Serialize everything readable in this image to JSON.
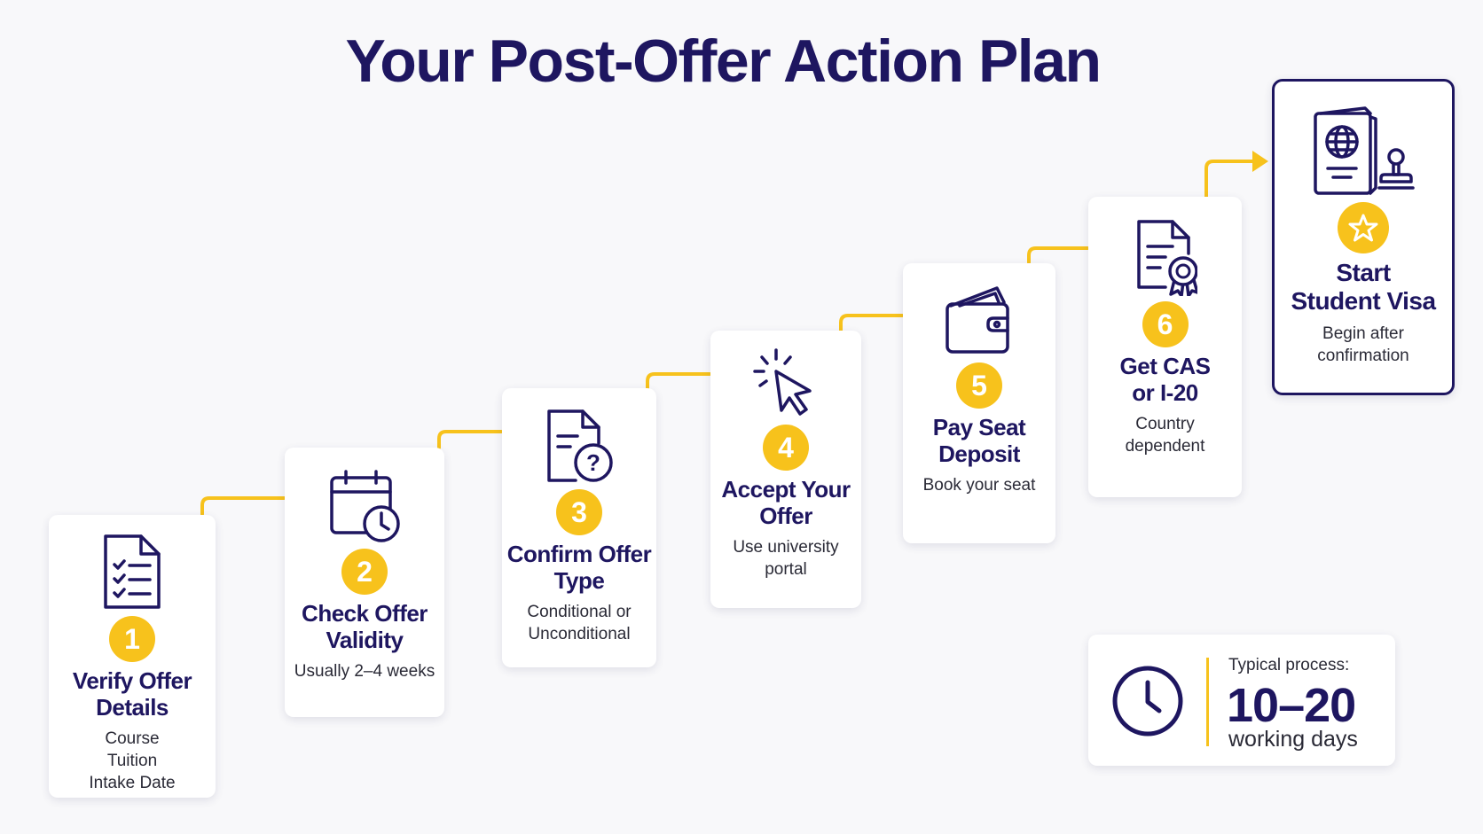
{
  "title": "Your Post-Offer Action Plan",
  "accent_color": "#f7c21c",
  "primary_color": "#1e1660",
  "steps": [
    {
      "number": "1",
      "icon": "checklist-document-icon",
      "title": "Verify Offer\nDetails",
      "description": "Course\nTuition\nIntake Date"
    },
    {
      "number": "2",
      "icon": "calendar-clock-icon",
      "title": "Check Offer\nValidity",
      "description": "Usually 2–4 weeks"
    },
    {
      "number": "3",
      "icon": "document-question-icon",
      "title": "Confirm Offer\nType",
      "description": "Conditional or\nUnconditional"
    },
    {
      "number": "4",
      "icon": "cursor-click-icon",
      "title": "Accept Your\nOffer",
      "description": "Use university\nportal"
    },
    {
      "number": "5",
      "icon": "wallet-icon",
      "title": "Pay Seat\nDeposit",
      "description": "Book your seat"
    },
    {
      "number": "6",
      "icon": "certificate-document-icon",
      "title": "Get CAS\nor I-20",
      "description": "Country\ndependent"
    }
  ],
  "final_step": {
    "icon": "passport-stamp-icon",
    "badge_icon": "star-icon",
    "title": "Start\nStudent Visa",
    "description": "Begin after\nconfirmation"
  },
  "summary": {
    "icon": "clock-icon",
    "label": "Typical process:",
    "value": "10–20",
    "unit": "working days"
  }
}
